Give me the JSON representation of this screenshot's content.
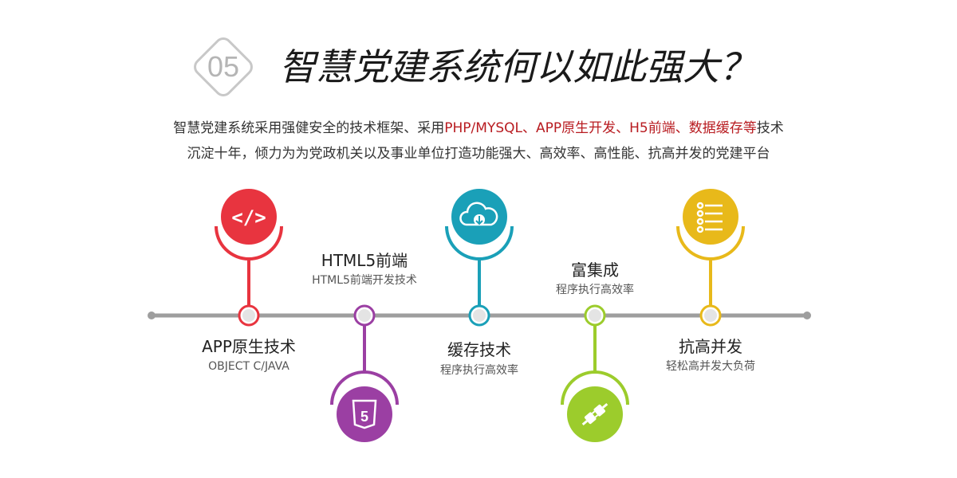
{
  "header": {
    "badge_number": "05",
    "title": "智慧党建系统何以如此强大？"
  },
  "description": {
    "line1_prefix": "智慧党建系统采用强健安全的技术框架、采用",
    "line1_highlight": "PHP/MYSQL、APP原生开发、H5前端、数据缓存等",
    "line1_suffix": "技术",
    "line2": "沉淀十年，倾力为为党政机关以及事业单位打造功能强大、高效率、高性能、抗高并发的党建平台"
  },
  "features": [
    {
      "title": "APP原生技术",
      "subtitle": "OBJECT C/JAVA",
      "color": "#e8343f",
      "icon": "code-icon"
    },
    {
      "title": "HTML5前端",
      "subtitle": "HTML5前端开发技术",
      "color": "#9b3fa3",
      "icon": "html5-icon"
    },
    {
      "title": "缓存技术",
      "subtitle": "程序执行高效率",
      "color": "#1aa0b8",
      "icon": "cloud-download-icon"
    },
    {
      "title": "富集成",
      "subtitle": "程序执行高效率",
      "color": "#9ccc2c",
      "icon": "plug-icon"
    },
    {
      "title": "抗高并发",
      "subtitle": "轻松高并发大负荷",
      "color": "#e8b91a",
      "icon": "list-icon"
    }
  ],
  "colors": {
    "highlight": "#b81b20",
    "timeline": "#9e9e9e"
  }
}
